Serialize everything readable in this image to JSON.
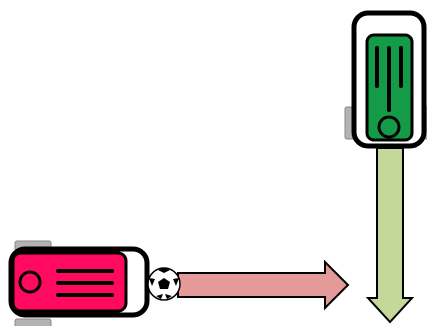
{
  "robots": [
    {
      "id": "red-robot",
      "body_color": "#ff0a5e",
      "frame_color": "#000000",
      "wheel_color": "#b3b3b3",
      "heading": "right"
    },
    {
      "id": "green-robot",
      "body_color": "#149b47",
      "frame_color": "#000000",
      "wheel_color": "#b3b3b3",
      "heading": "down"
    }
  ],
  "ball": {
    "kind": "soccer-ball",
    "fill": "#ffffff",
    "patch_color": "#000000"
  },
  "arrows": [
    {
      "id": "ball-arrow",
      "fill": "#e59a9a",
      "stroke": "#000000",
      "direction": "right"
    },
    {
      "id": "green-arrow",
      "fill": "#c4d89a",
      "stroke": "#000000",
      "direction": "down"
    }
  ]
}
